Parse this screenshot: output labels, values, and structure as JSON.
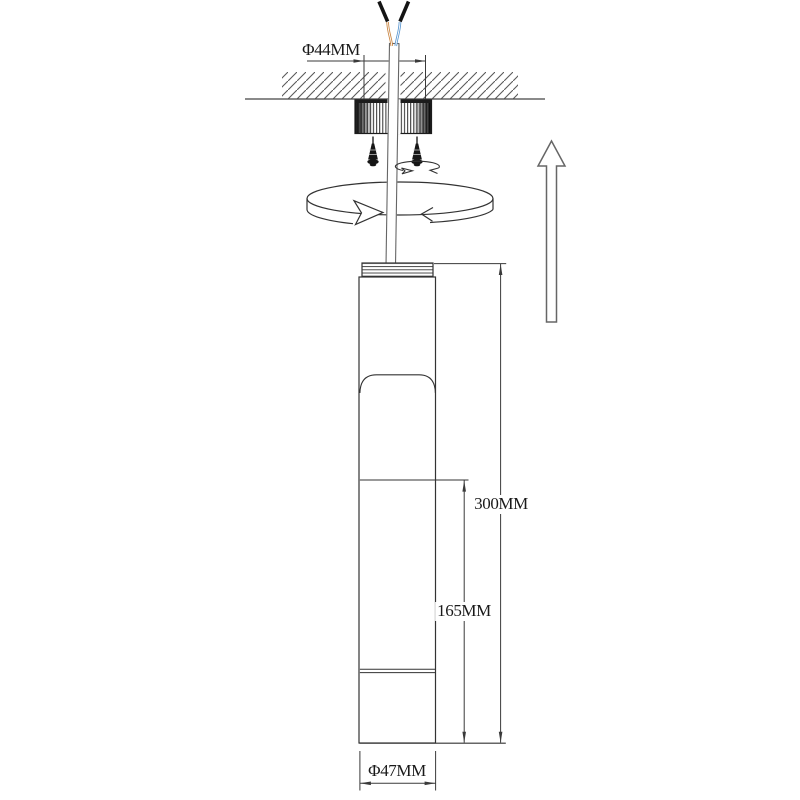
{
  "dimensions": {
    "canopy_diameter": "Φ44MM",
    "overall_height": "300MM",
    "lower_tube_height": "165MM",
    "tube_diameter": "Φ47MM"
  },
  "icons": {
    "large_rotation": "rotate-clockwise-arrow",
    "small_rotation": "twist-arrow",
    "lift_direction": "up-arrow",
    "fasteners": "mounting-screw",
    "ceiling": "hatched-ceiling-section"
  },
  "colors": {
    "line": "#3a3a3a",
    "dimension_text": "#1a1a1a",
    "wire_live": "#c8833f",
    "wire_neutral": "#5b97d0",
    "wire_tip": "#141414",
    "canopy_dark": "#1c1c1c",
    "background": "#ffffff"
  }
}
